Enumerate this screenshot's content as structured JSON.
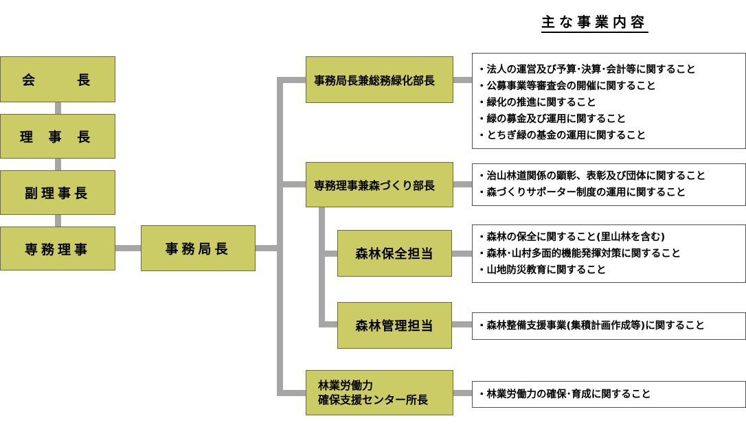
{
  "heading": "主な事業内容",
  "chain": {
    "president": [
      "会",
      "長"
    ],
    "chairman": "理 事 長",
    "vice_chairman": "副理事長",
    "executive_director": "専務理事"
  },
  "secretary_general": "事務局長",
  "departments": {
    "general_affairs": {
      "title": "事務局長兼総務緑化部長",
      "duties": [
        "・法人の運営及び予算･決算･会計等に関すること",
        "・公募事業等審査会の開催に関すること",
        "・緑化の推進に関すること",
        "・緑の募金及び運用に関すること",
        "・とちぎ緑の基金の運用に関すること"
      ]
    },
    "forest_creation": {
      "title": "専務理事兼森づくり部長",
      "duties": [
        "・治山林道関係の顕彰、表彰及び団体に関すること",
        "・森づくりサポーター制度の運用に関すること"
      ]
    },
    "forest_conservation": {
      "title": "森林保全担当",
      "duties": [
        "・森林の保全に関すること(里山林を含む)",
        "・森林･山村多面的機能発揮対策に関すること",
        "・山地防災教育に関すること"
      ]
    },
    "forest_management": {
      "title": "森林管理担当",
      "duties": [
        "・森林整備支援事業(集積計画作成等)に関すること"
      ]
    },
    "labor_center": {
      "title_line1": "林業労働力",
      "title_line2": "確保支援センター所長",
      "duties": [
        "・林業労働力の確保･育成に関すること"
      ]
    }
  }
}
